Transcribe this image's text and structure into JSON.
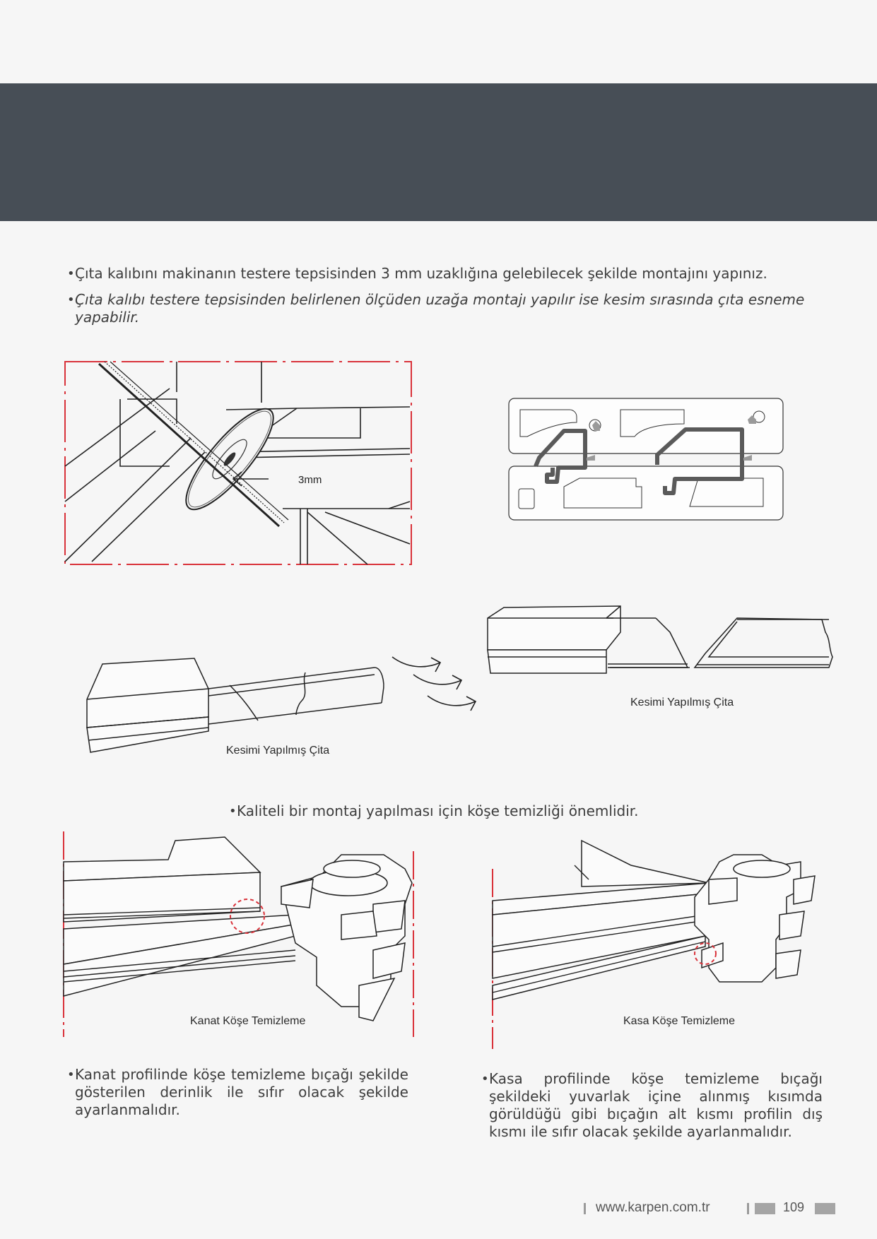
{
  "header": {
    "band_color": "#474e56"
  },
  "intro": {
    "bullet_1": "Çıta kalıbını makinanın testere tepsisinden 3 mm uzaklığına gelebilecek şekilde montajını yapınız.",
    "bullet_2_line_1": "Çıta kalıbı testere tepsisinden belirlenen ölçüden uzağa montajı yapılır ise kesim sırasında çıta esneme",
    "bullet_2_line_2": "yapabilir."
  },
  "figure_saw": {
    "dimension_label": "3mm"
  },
  "cut_figures": {
    "left_caption": "Kesimi Yapılmış Çita",
    "right_caption": "Kesimi Yapılmış Çita"
  },
  "corner_note": "Kaliteli bir montaj yapılması için köşe temizliği önemlidir.",
  "corner_figures": {
    "left_caption": "Kanat Köşe Temizleme",
    "right_caption": "Kasa Köşe Temizleme"
  },
  "notes": {
    "left": "Kanat profilinde köşe temizleme bıçağı şekilde gösterilen derinlik ile sıfır olacak şekilde ayarlanmalıdır.",
    "right": "Kasa profilinde köşe temizleme bıçağı şekildeki yuvarlak içine alınmış kısımda görüldüğü gibi bıçağın alt kısmı profilin dış kısmı ile sıfır olacak şekilde ayarlanmalıdır."
  },
  "footer": {
    "website": "www.karpen.com.tr",
    "page_number": "109"
  },
  "colors": {
    "accent_red": "#d9323a",
    "line": "#2a2a2a",
    "profile_gray": "#5a5a5a"
  }
}
